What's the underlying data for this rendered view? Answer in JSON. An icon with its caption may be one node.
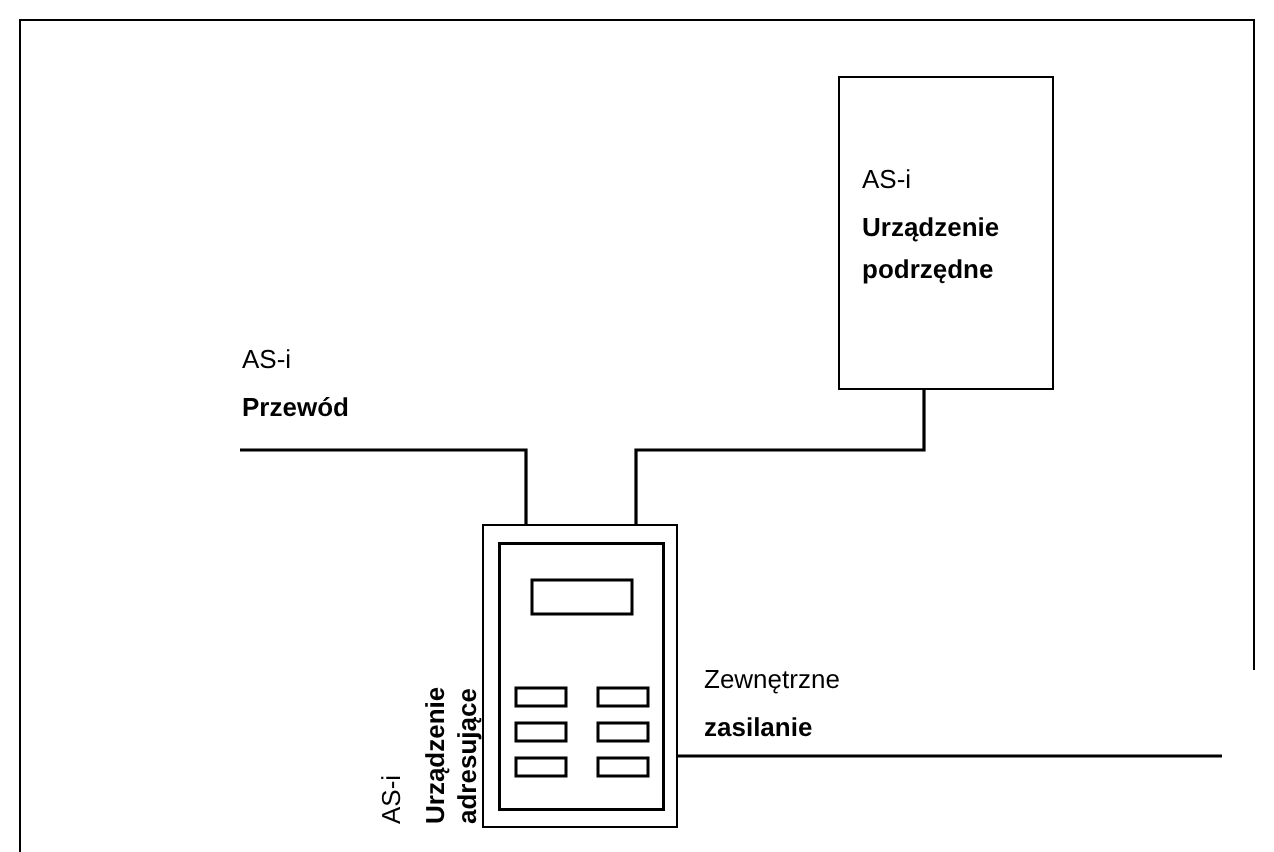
{
  "diagram": {
    "nodes": [
      {
        "text": [
          "AS-i",
          "Urządzenie podrzędne"
        ]
      },
      {
        "text": [],
        "shape": "box",
        "beside": [
          "AS-i",
          "Urządzenie adresujące"
        ]
      }
    ],
    "edges": [
      {
        "from": null,
        "to": 1,
        "arrow": "none"
      },
      {
        "from": 0,
        "to": 1,
        "arrow": "none"
      },
      {
        "from": 1,
        "to": null,
        "arrow": "none"
      }
    ],
    "labels": [
      "AS-i",
      "Przewód",
      "Zewnętrzne",
      "zasilanie"
    ]
  }
}
